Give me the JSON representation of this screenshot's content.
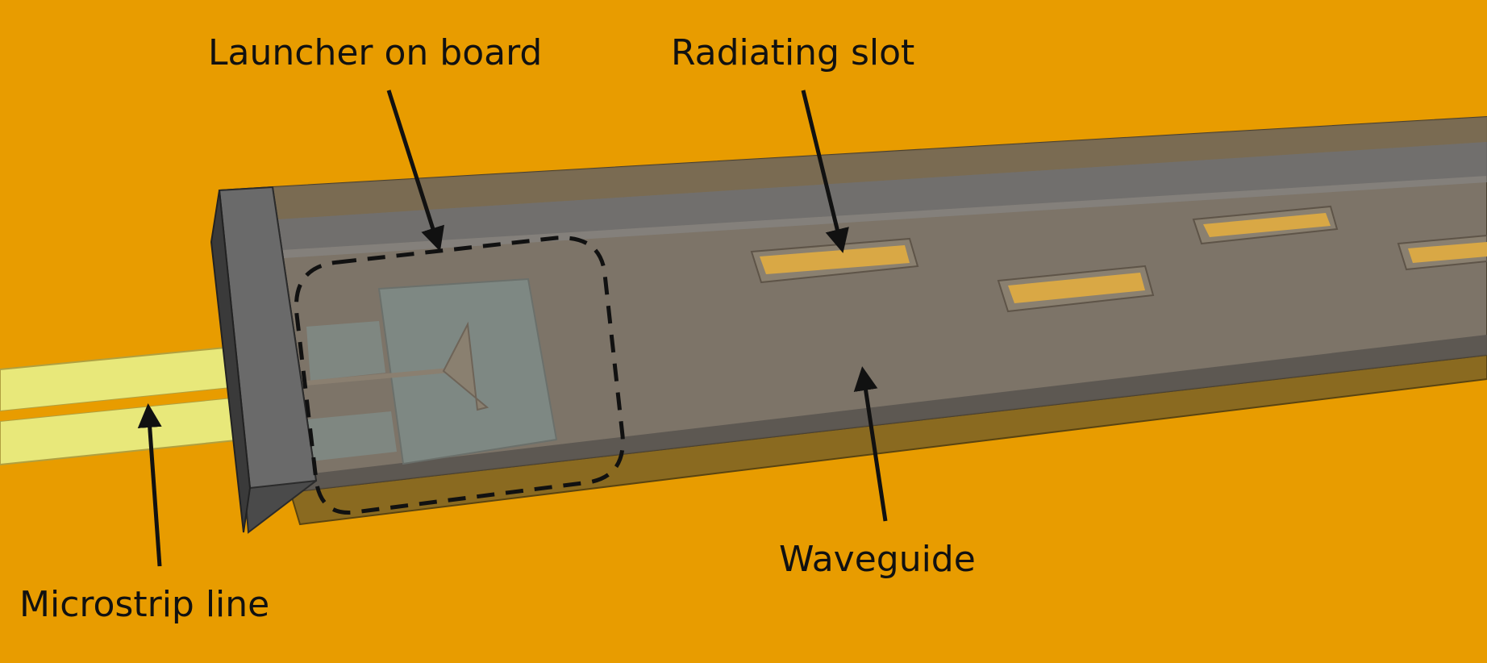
{
  "background_color": "#e89c00",
  "labels": {
    "launcher": "Launcher on board",
    "slot": "Radiating slot",
    "waveguide": "Waveguide",
    "microstrip": "Microstrip line"
  }
}
